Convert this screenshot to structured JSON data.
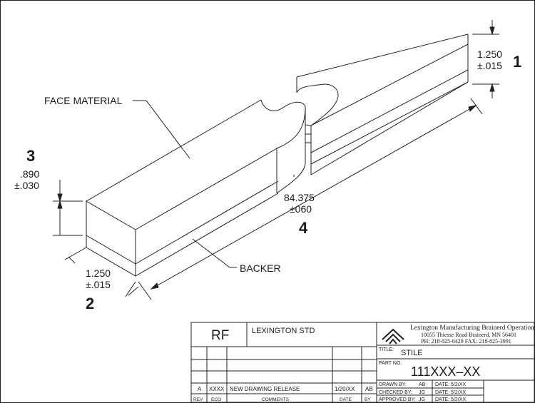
{
  "labels": {
    "face_material": "FACE MATERIAL",
    "backer": "BACKER"
  },
  "dims": {
    "d1": {
      "number": "1",
      "value": "1.250",
      "tol": "±.015"
    },
    "d2": {
      "number": "2",
      "value": "1.250",
      "tol": "±.015"
    },
    "d3": {
      "number": "3",
      "value": ".890",
      "tol": "±.030"
    },
    "d4": {
      "number": "4",
      "value": "84.375",
      "tol": "±060"
    }
  },
  "title_block": {
    "code": "RF",
    "standard": "LEXINGTON STD",
    "company": "Lexington Manufacturing Brainerd Operations",
    "address": "10055 Thiesse Road Brainerd, MN 56401",
    "phone_fax": "PH: 218-825-8429   FAX: 218-825-3991",
    "title_label": "TITLE:",
    "title": "STILE",
    "part_label": "PART NO.",
    "part_no": "111XXX–XX",
    "rev_row": {
      "rev": "A",
      "eco": "XXXX",
      "comments": "NEW DRAWING RELEASE",
      "date": "1/20/XX",
      "by": "AB"
    },
    "headers": {
      "rev": "REV",
      "eco": "ECO",
      "comments": "COMMENTS",
      "date": "DATE",
      "by": "BY"
    },
    "drawn_by": "DRAWN BY:",
    "drawn_val": "AB",
    "drawn_date": "DATE: 5/2/XX",
    "checked_by": "CHECKED BY:",
    "checked_val": "JG",
    "checked_date": "DATE: 5/2/XX",
    "approved_by": "APPROVED BY:",
    "approved_val": "JG",
    "approved_date": "DATE: 5/2/XX"
  }
}
